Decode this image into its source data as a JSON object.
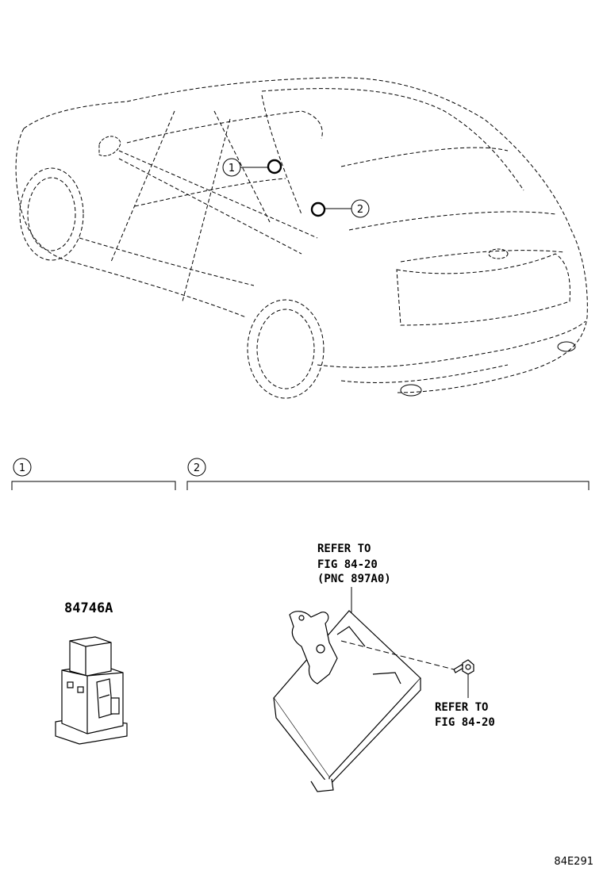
{
  "callouts": {
    "car_1": "1",
    "car_2": "2",
    "section_1": "1",
    "section_2": "2"
  },
  "parts": {
    "part_number": "84746A"
  },
  "references": {
    "ecu_ref_line1": "REFER TO",
    "ecu_ref_line2": "FIG 84-20",
    "ecu_ref_line3": "(PNC 897A0)",
    "bolt_ref_line1": "REFER TO",
    "bolt_ref_line2": "FIG 84-20"
  },
  "figure_code": "84E291"
}
